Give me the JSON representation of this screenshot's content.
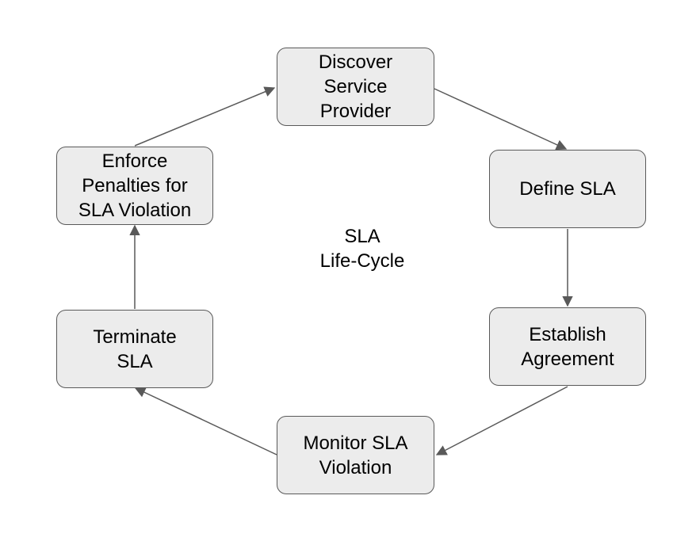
{
  "title": {
    "lines": [
      "SLA",
      "Life-Cycle"
    ]
  },
  "nodes": [
    {
      "id": "discover",
      "lines": [
        "Discover",
        "Service",
        "Provider"
      ]
    },
    {
      "id": "define",
      "lines": [
        "Define SLA"
      ]
    },
    {
      "id": "establish",
      "lines": [
        "Establish",
        "Agreement"
      ]
    },
    {
      "id": "monitor",
      "lines": [
        "Monitor SLA",
        "Violation"
      ]
    },
    {
      "id": "terminate",
      "lines": [
        "Terminate",
        "SLA"
      ]
    },
    {
      "id": "enforce",
      "lines": [
        "Enforce",
        "Penalties for",
        "SLA Violation"
      ]
    }
  ],
  "edges": [
    {
      "from": "discover",
      "to": "define"
    },
    {
      "from": "define",
      "to": "establish"
    },
    {
      "from": "establish",
      "to": "monitor"
    },
    {
      "from": "monitor",
      "to": "terminate"
    },
    {
      "from": "terminate",
      "to": "enforce"
    },
    {
      "from": "enforce",
      "to": "discover"
    }
  ],
  "colors": {
    "node_fill": "#ececec",
    "node_border": "#595959",
    "arrow": "#595959"
  }
}
